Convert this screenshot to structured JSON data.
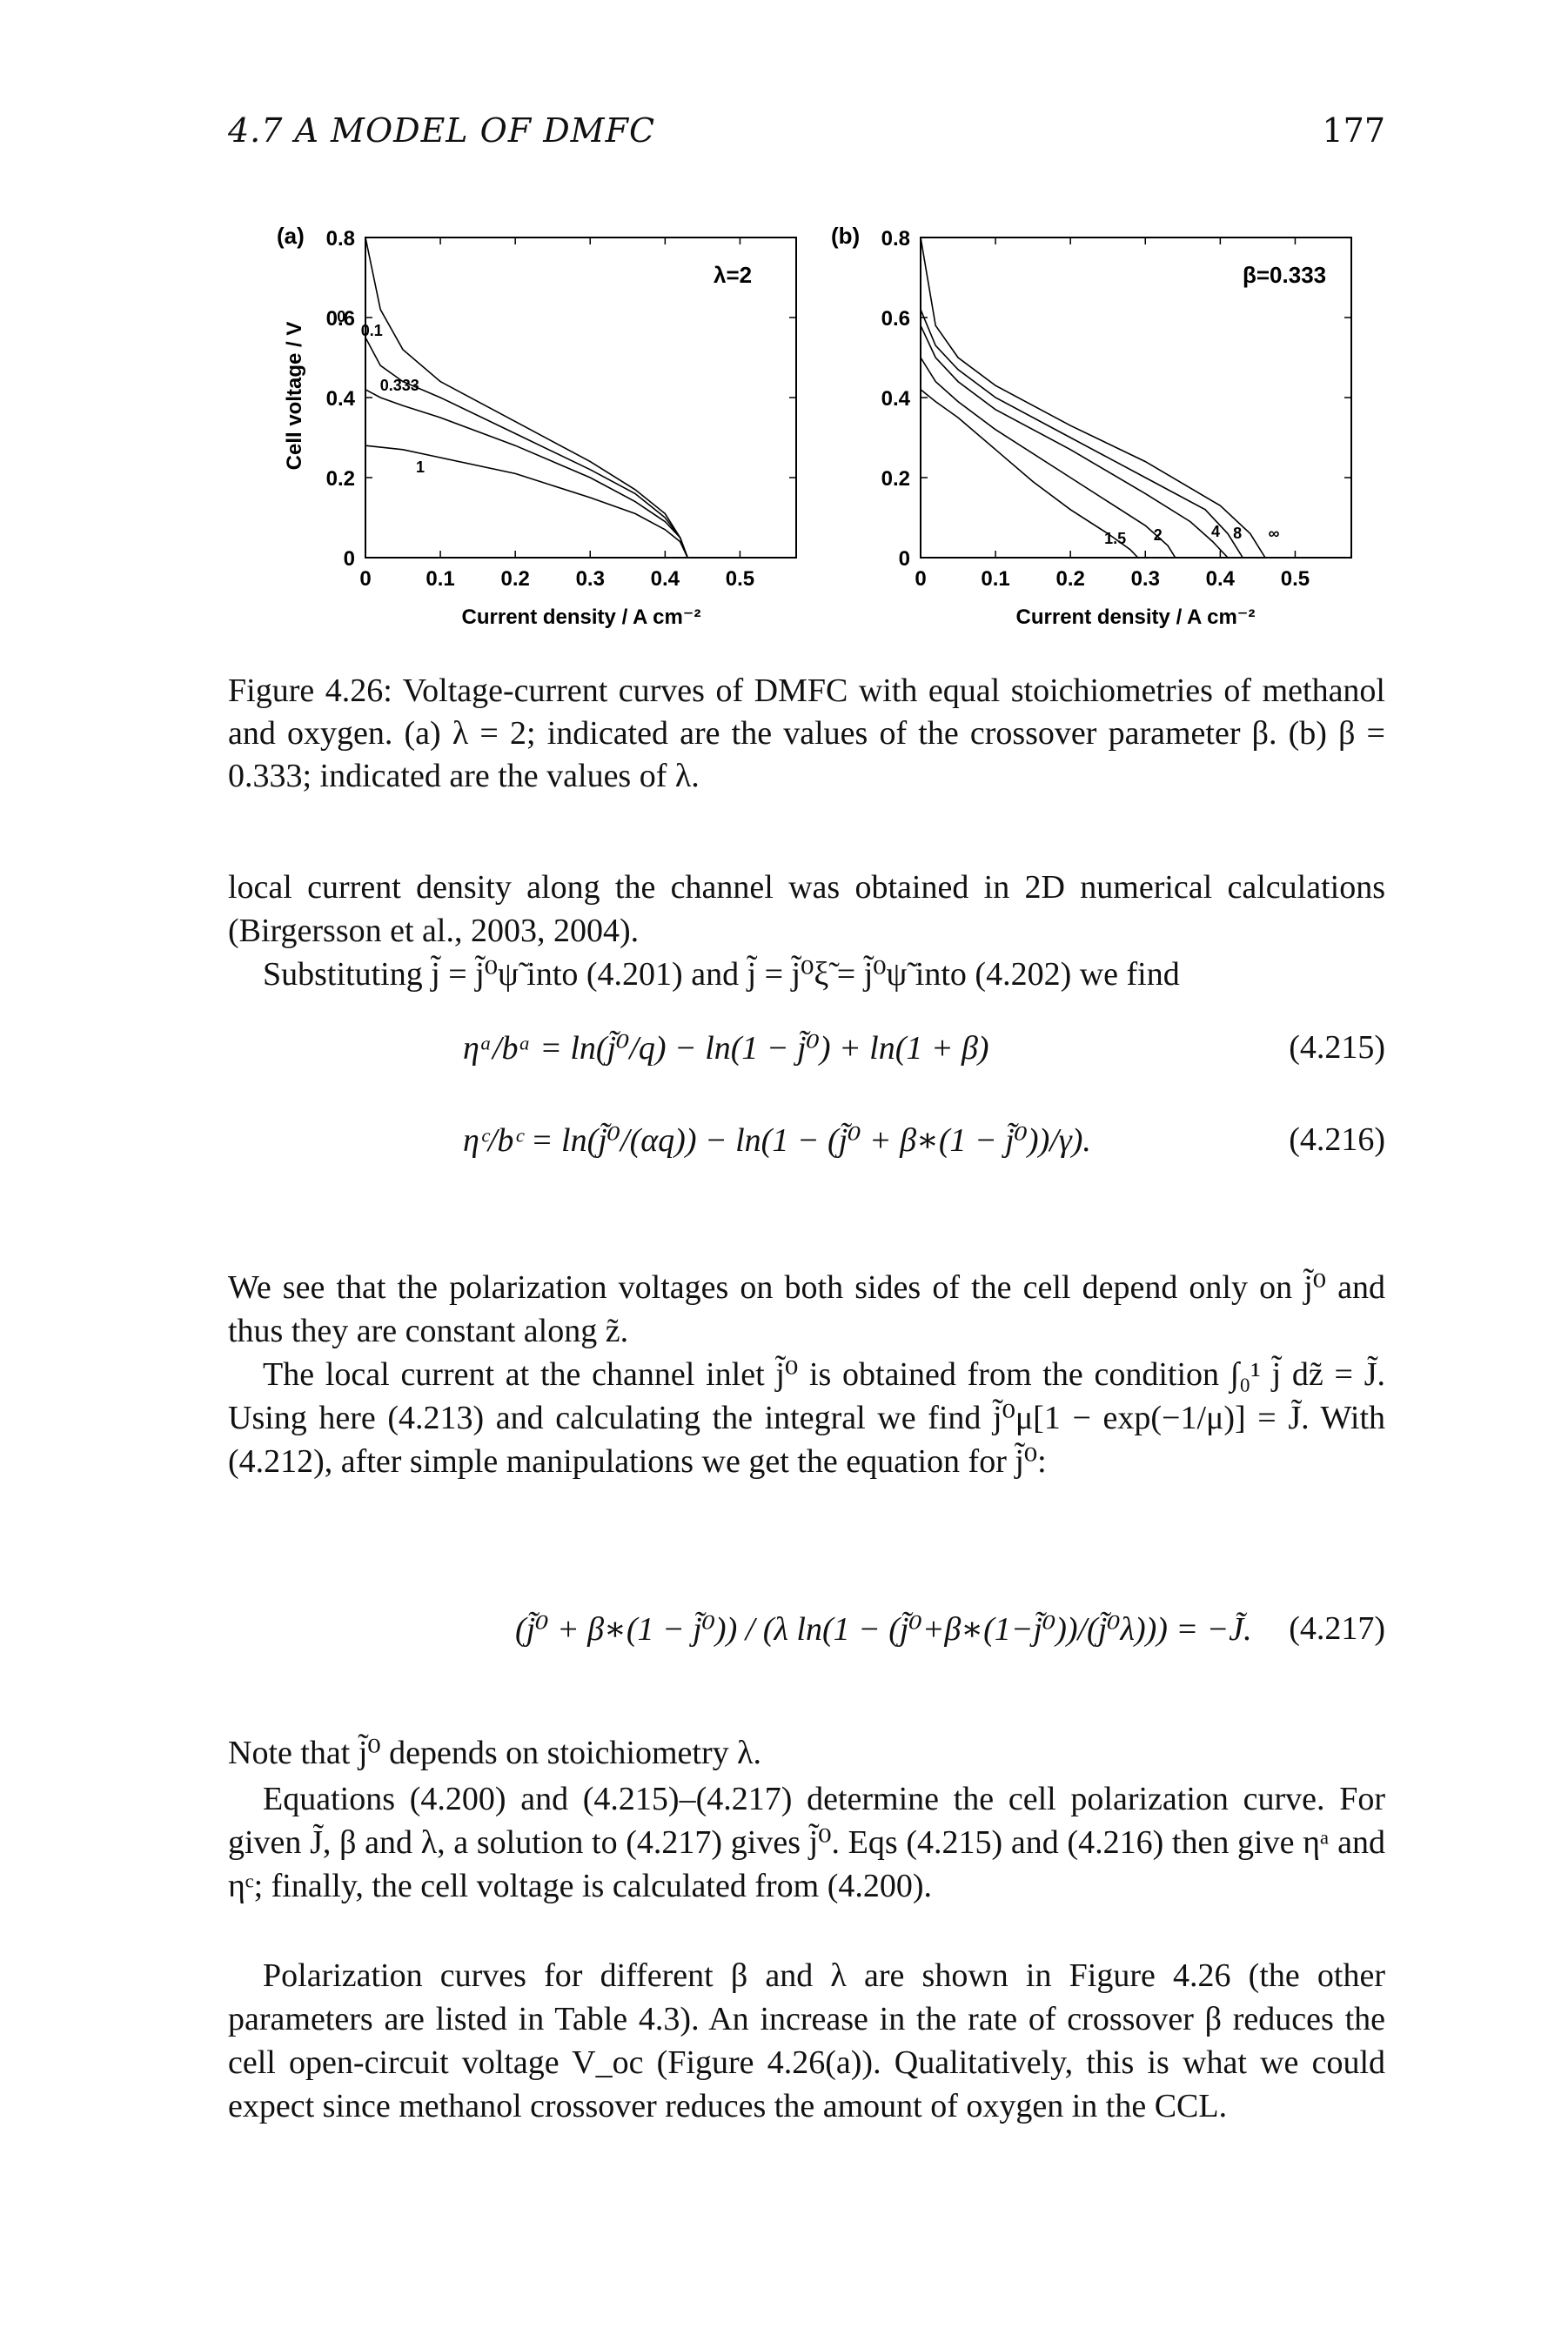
{
  "header": {
    "section": "4.7 A MODEL OF DMFC",
    "page_number": "177"
  },
  "figure": {
    "caption": "Figure 4.26: Voltage-current curves of DMFC with equal stoichiometries of methanol and oxygen. (a) λ = 2; indicated are the values of the crossover parameter β. (b) β = 0.333; indicated are the values of λ.",
    "panels": {
      "a": {
        "tag": "(a)",
        "param": "λ=2",
        "ylabel": "Cell voltage / V",
        "xlabel": "Current density / A cm⁻²",
        "curve_labels": [
          "0",
          "0.1",
          "0.333",
          "1"
        ]
      },
      "b": {
        "tag": "(b)",
        "param": "β=0.333",
        "xlabel": "Current density / A cm⁻²",
        "curve_labels": [
          "1.5",
          "2",
          "4",
          "8",
          "∞"
        ]
      }
    },
    "xticks": [
      "0",
      "0.1",
      "0.2",
      "0.3",
      "0.4",
      "0.5"
    ],
    "yticks": [
      "0",
      "0.2",
      "0.4",
      "0.6",
      "0.8"
    ]
  },
  "chart_data": [
    {
      "type": "line",
      "title": "(a) λ=2",
      "xlabel": "Current density / A cm⁻²",
      "ylabel": "Cell voltage / V",
      "xlim": [
        0,
        0.5
      ],
      "ylim": [
        0,
        0.8
      ],
      "series": [
        {
          "name": "0",
          "x": [
            0.0,
            0.02,
            0.05,
            0.1,
            0.2,
            0.3,
            0.36,
            0.4,
            0.42,
            0.43
          ],
          "y": [
            0.8,
            0.62,
            0.52,
            0.44,
            0.34,
            0.24,
            0.17,
            0.11,
            0.05,
            0.0
          ]
        },
        {
          "name": "0.1",
          "x": [
            0.0,
            0.02,
            0.05,
            0.1,
            0.2,
            0.3,
            0.36,
            0.4,
            0.42,
            0.43
          ],
          "y": [
            0.55,
            0.48,
            0.44,
            0.4,
            0.31,
            0.22,
            0.16,
            0.1,
            0.05,
            0.0
          ]
        },
        {
          "name": "0.333",
          "x": [
            0.0,
            0.02,
            0.05,
            0.1,
            0.2,
            0.3,
            0.36,
            0.4,
            0.42,
            0.43
          ],
          "y": [
            0.42,
            0.4,
            0.38,
            0.35,
            0.28,
            0.2,
            0.14,
            0.09,
            0.05,
            0.0
          ]
        },
        {
          "name": "1",
          "x": [
            0.0,
            0.05,
            0.1,
            0.2,
            0.3,
            0.36,
            0.4,
            0.42,
            0.43
          ],
          "y": [
            0.28,
            0.27,
            0.25,
            0.21,
            0.15,
            0.11,
            0.07,
            0.04,
            0.0
          ]
        }
      ]
    },
    {
      "type": "line",
      "title": "(b) β=0.333",
      "xlabel": "Current density / A cm⁻²",
      "ylabel": "",
      "xlim": [
        0,
        0.5
      ],
      "ylim": [
        0,
        0.8
      ],
      "series": [
        {
          "name": "1.5",
          "x": [
            0.0,
            0.02,
            0.05,
            0.1,
            0.15,
            0.2,
            0.25,
            0.28,
            0.29
          ],
          "y": [
            0.42,
            0.39,
            0.35,
            0.27,
            0.19,
            0.12,
            0.06,
            0.02,
            0.0
          ]
        },
        {
          "name": "2",
          "x": [
            0.0,
            0.02,
            0.05,
            0.1,
            0.2,
            0.25,
            0.3,
            0.33,
            0.34
          ],
          "y": [
            0.5,
            0.44,
            0.39,
            0.32,
            0.2,
            0.14,
            0.08,
            0.03,
            0.0
          ]
        },
        {
          "name": "4",
          "x": [
            0.0,
            0.02,
            0.05,
            0.1,
            0.2,
            0.3,
            0.36,
            0.39,
            0.41
          ],
          "y": [
            0.58,
            0.5,
            0.44,
            0.37,
            0.27,
            0.16,
            0.09,
            0.04,
            0.0
          ]
        },
        {
          "name": "8",
          "x": [
            0.0,
            0.02,
            0.05,
            0.1,
            0.2,
            0.3,
            0.38,
            0.41,
            0.43
          ],
          "y": [
            0.62,
            0.53,
            0.47,
            0.4,
            0.3,
            0.2,
            0.12,
            0.06,
            0.0
          ]
        },
        {
          "name": "∞",
          "x": [
            0.0,
            0.02,
            0.05,
            0.1,
            0.2,
            0.3,
            0.4,
            0.44,
            0.46
          ],
          "y": [
            0.8,
            0.58,
            0.5,
            0.43,
            0.33,
            0.24,
            0.13,
            0.06,
            0.0
          ]
        }
      ]
    }
  ],
  "body": {
    "p1": "local current density along the channel was obtained in 2D numerical calculations (Birgersson et al., 2003, 2004).",
    "p2": "Substituting j̃ = j̃⁰ψ̃ into (4.201) and j̃ = j̃⁰ξ̃ = j̃⁰ψ̃ into (4.202) we find",
    "p3": "We see that the polarization voltages on both sides of the cell depend only on j̃⁰ and thus they are constant along z̃.",
    "p4": "The local current at the channel inlet j̃⁰ is obtained from the condition ∫₀¹ j̃ dz̃ = J̃. Using here (4.213) and calculating the integral we find j̃⁰μ[1 − exp(−1/μ)] = J̃. With (4.212), after simple manipulations we get the equation for j̃⁰:",
    "p5": "Note that j̃⁰ depends on stoichiometry λ.",
    "p6": "Equations (4.200) and (4.215)–(4.217) determine the cell polarization curve. For given J̃, β and λ, a solution to (4.217) gives j̃⁰. Eqs (4.215) and (4.216) then give ηᵃ and ηᶜ; finally, the cell voltage is calculated from (4.200).",
    "p7": "Polarization curves for different β and λ are shown in Figure 4.26 (the other parameters are listed in Table 4.3). An increase in the rate of crossover β reduces the cell open-circuit voltage V_oc (Figure 4.26(a)). Qualitatively, this is what we could expect since methanol crossover reduces the amount of oxygen in the CCL."
  },
  "equations": {
    "e215": {
      "text": "ηᵃ/bᵃ = ln(j̃⁰/q) − ln(1 − j̃⁰) + ln(1 + β)",
      "number": "(4.215)"
    },
    "e216": {
      "text": "ηᶜ/bᶜ = ln(j̃⁰/(αq)) − ln(1 − (j̃⁰ + β∗(1 − j̃⁰))/γ).",
      "number": "(4.216)"
    },
    "e217": {
      "text": "(j̃⁰ + β∗(1 − j̃⁰)) / (λ ln(1 − (j̃⁰+β∗(1−j̃⁰))/(j̃⁰λ))) = −J̃.",
      "number": "(4.217)"
    }
  }
}
